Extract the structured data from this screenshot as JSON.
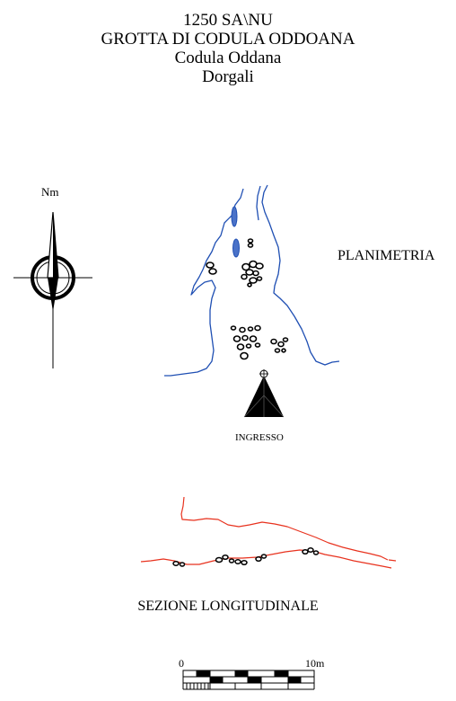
{
  "header": {
    "code": "1250 SA\\NU",
    "cave_name": "GROTTA DI CODULA ODDOANA",
    "locality": "Codula Oddana",
    "municipality": "Dorgali"
  },
  "north_arrow": {
    "label": "Nm",
    "icon": "north-arrow-icon"
  },
  "plan": {
    "label": "PLANIMETRIA",
    "wall_color": "#1f4fb3",
    "pool_fill": "#4a72c8"
  },
  "entrance": {
    "label": "INGRESSO",
    "icon": "entrance-triangle-icon"
  },
  "section": {
    "label": "SEZIONE LONGITUDINALE",
    "line_color": "#e8321e"
  },
  "scale_bar": {
    "start_label": "0",
    "end_label": "10m"
  }
}
